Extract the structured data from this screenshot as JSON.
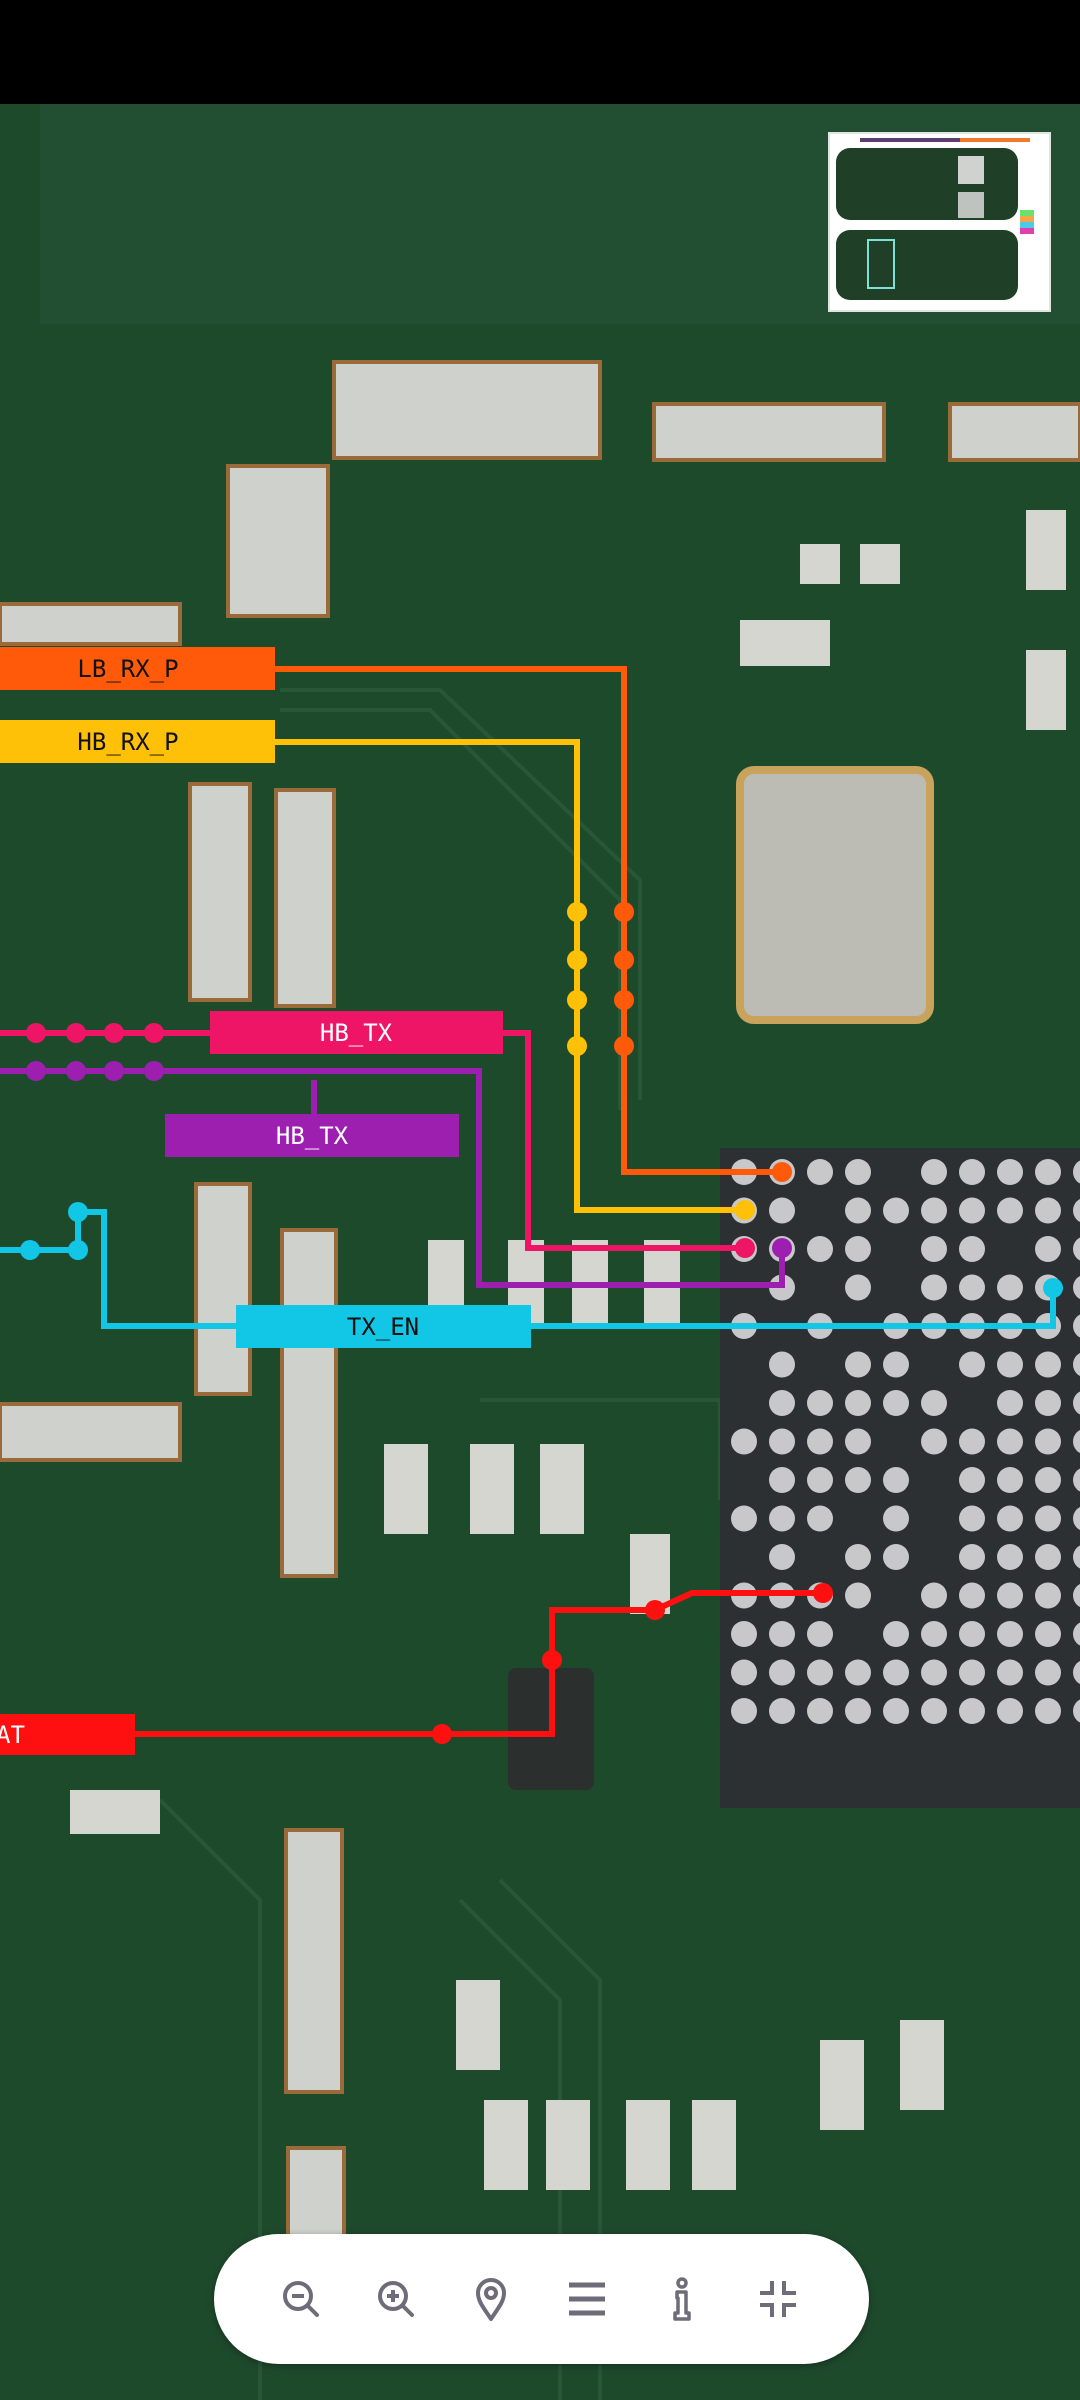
{
  "colors": {
    "lb_rx_p": "#FF5A0A",
    "hb_rx_p": "#FFC107",
    "hb_tx_pink": "#EE1566",
    "hb_tx_purple": "#9C1FB0",
    "tx_en": "#12C6E6",
    "bat": "#FF1010",
    "pcb": "#1e4a2c",
    "toolbar_icon": "#6f6b78"
  },
  "nets": {
    "lb_rx_p": "LB_RX_P",
    "hb_rx_p": "HB_RX_P",
    "hb_tx_1": "HB_TX",
    "hb_tx_2": "HB_TX",
    "tx_en": "TX_EN",
    "bat": "AT"
  },
  "toolbar": {
    "items": [
      {
        "icon": "zoom-out-icon"
      },
      {
        "icon": "zoom-in-icon"
      },
      {
        "icon": "location-pin-icon"
      },
      {
        "icon": "menu-icon"
      },
      {
        "icon": "info-icon"
      },
      {
        "icon": "exit-fullscreen-icon"
      }
    ]
  }
}
